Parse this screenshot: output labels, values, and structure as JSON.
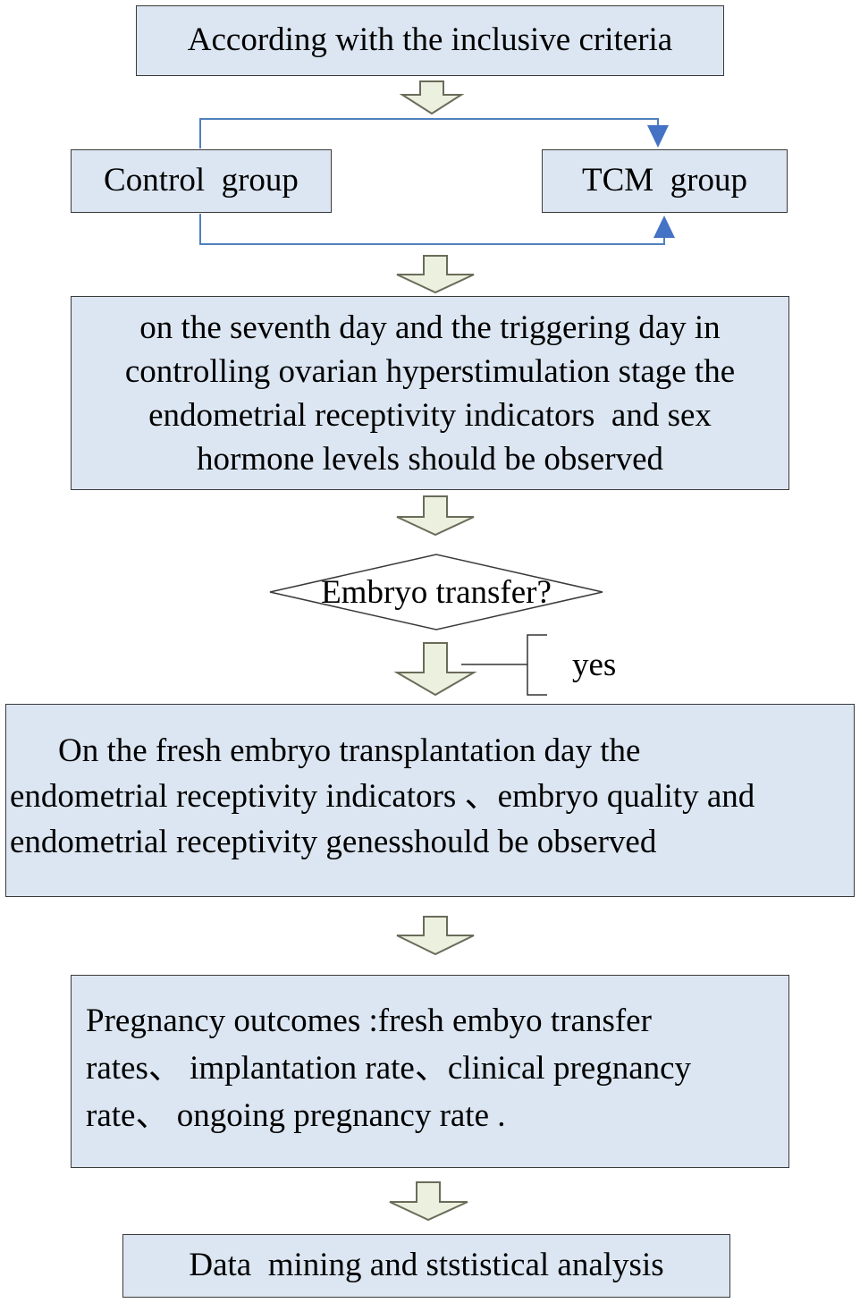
{
  "flowchart": {
    "start": "According with the inclusive criteria",
    "control_group": "Control  group",
    "tcm_group": "TCM  group",
    "observe_lines": [
      "on the seventh day and the triggering day in",
      "controlling ovarian hyperstimulation stage the",
      "endometrial receptivity indicators  and sex",
      "hormone levels should be observed"
    ],
    "decision": "Embryo transfer?",
    "yes_label": "yes",
    "transplant_lines": [
      "On the fresh embryo transplantation day the",
      "endometrial receptivity indicators 、embryo quality and",
      "endometrial receptivity genesshould be observed"
    ],
    "outcomes_lines": [
      "Pregnancy outcomes :fresh embyo transfer",
      "rates、 implantation rate、clinical pregnancy",
      "rate、 ongoing pregnancy rate ."
    ],
    "end": "Data  mining and ststistical analysis"
  },
  "colors": {
    "box_fill": "#dce6f2",
    "box_border": "#3a3a3a",
    "arrow_fill": "#ebf1de",
    "arrow_stroke": "#6b6b5a",
    "connector_blue": "#4f81bd"
  }
}
